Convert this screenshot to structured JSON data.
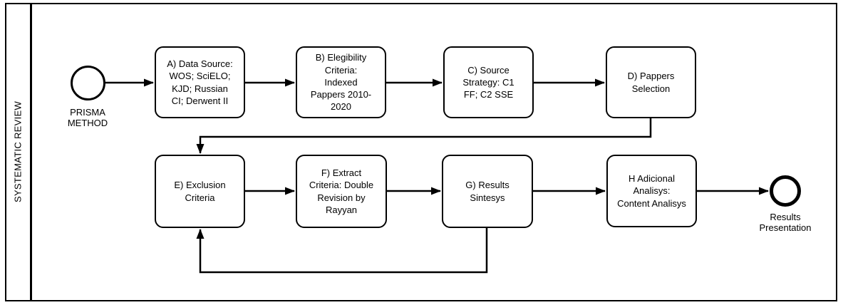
{
  "lane": {
    "label": "SYSTEMATIC REVIEW"
  },
  "start_event": {
    "label": "PRISMA\nMETHOD"
  },
  "end_event": {
    "label": "Results\nPresentation"
  },
  "tasks": {
    "a": {
      "label": "A) Data Source:\nWOS; SciELO;\nKJD; Russian\nCI; Derwent II"
    },
    "b": {
      "label": "B) Elegibility\nCriteria:\nIndexed\nPappers 2010-\n2020"
    },
    "c": {
      "label": "C) Source\nStrategy: C1\nFF; C2 SSE"
    },
    "d": {
      "label": "D) Pappers\nSelection"
    },
    "e": {
      "label": "E) Exclusion\nCriteria"
    },
    "f": {
      "label": "F) Extract\nCriteria: Double\nRevision by\nRayyan"
    },
    "g": {
      "label": "G) Results\nSintesys"
    },
    "h": {
      "label": "H Adicional\nAnalisys:\nContent Analisys"
    }
  },
  "flows": [
    {
      "from": "start",
      "to": "A"
    },
    {
      "from": "A",
      "to": "B"
    },
    {
      "from": "B",
      "to": "C"
    },
    {
      "from": "C",
      "to": "D"
    },
    {
      "from": "D",
      "to": "E"
    },
    {
      "from": "E",
      "to": "F"
    },
    {
      "from": "F",
      "to": "G"
    },
    {
      "from": "G",
      "to": "H"
    },
    {
      "from": "H",
      "to": "end"
    },
    {
      "from": "G",
      "to": "E",
      "type": "feedback"
    }
  ],
  "colors": {
    "stroke": "#000000",
    "background": "#ffffff"
  }
}
